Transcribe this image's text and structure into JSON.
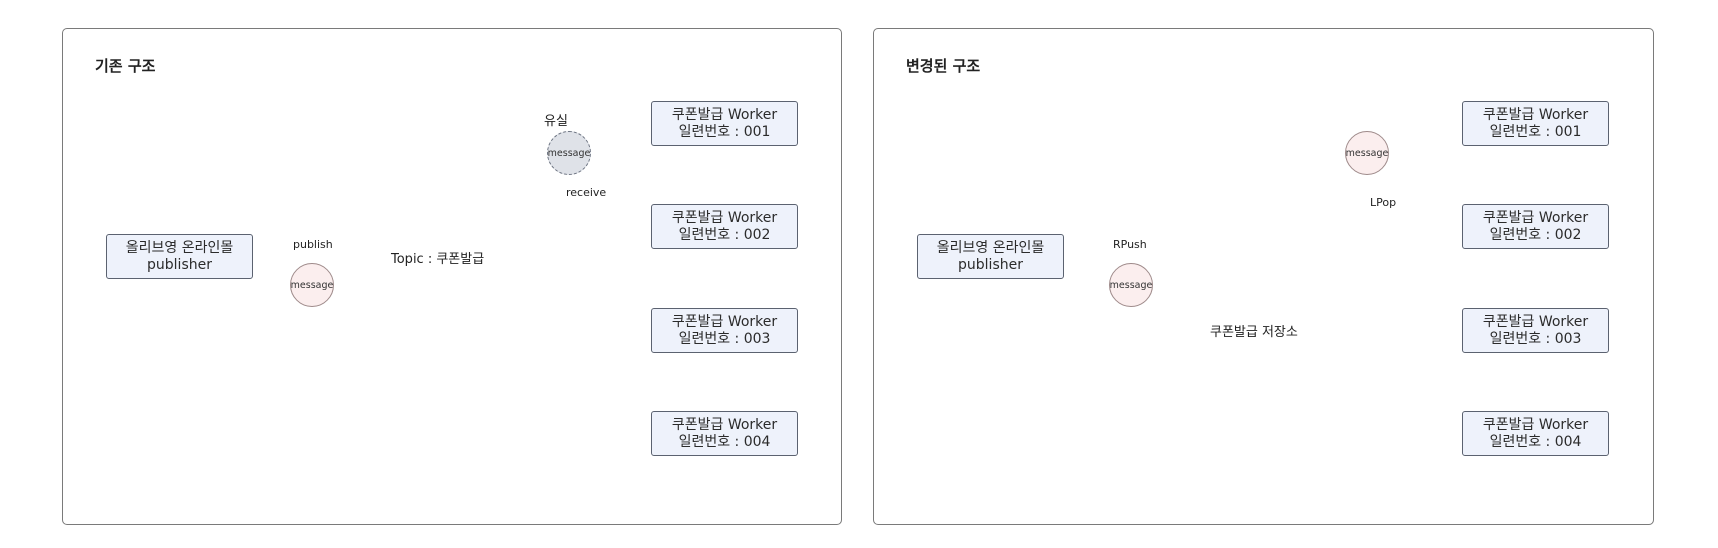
{
  "left": {
    "title": "기존 구조",
    "publisher": {
      "line1": "올리브영 온라인몰",
      "line2": "publisher"
    },
    "publish_label": "publish",
    "message": "message",
    "topic": "Topic : 쿠폰발급",
    "receive_label": "receive",
    "lost_label": "유실",
    "lost_message": "message",
    "workers": [
      {
        "line1": "쿠폰발급 Worker",
        "line2": "일련번호 : 001"
      },
      {
        "line1": "쿠폰발급 Worker",
        "line2": "일련번호 : 002"
      },
      {
        "line1": "쿠폰발급 Worker",
        "line2": "일련번호 : 003"
      },
      {
        "line1": "쿠폰발급 Worker",
        "line2": "일련번호 : 004"
      }
    ]
  },
  "right": {
    "title": "변경된 구조",
    "publisher": {
      "line1": "올리브영 온라인몰",
      "line2": "publisher"
    },
    "rpush_label": "RPush",
    "message": "message",
    "lpop_label": "LPop",
    "lpop_message": "message",
    "storage_label": "쿠폰발급 저장소",
    "workers": [
      {
        "line1": "쿠폰발급 Worker",
        "line2": "일련번호 : 001"
      },
      {
        "line1": "쿠폰발급 Worker",
        "line2": "일련번호 : 002"
      },
      {
        "line1": "쿠폰발급 Worker",
        "line2": "일련번호 : 003"
      },
      {
        "line1": "쿠폰발급 Worker",
        "line2": "일련번호 : 004"
      }
    ],
    "colors": {
      "queue": "#c8245a"
    }
  }
}
